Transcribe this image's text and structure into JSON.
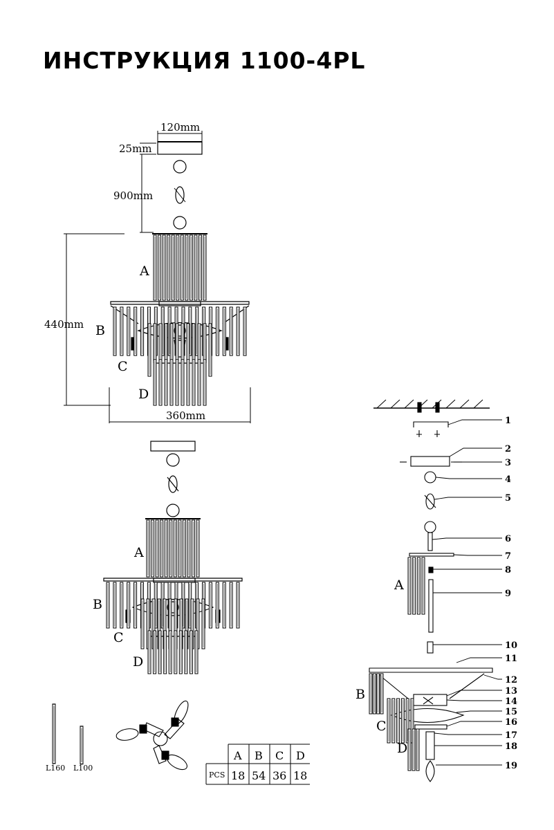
{
  "title": "ИНСТРУКЦИЯ 1100-4PL",
  "dimensions": {
    "canopy_width": "120mm",
    "canopy_height": "25mm",
    "chain_length": "900mm",
    "total_height": "440mm",
    "total_width": "360mm"
  },
  "section_labels": [
    "A",
    "B",
    "C",
    "D"
  ],
  "callouts": [
    "1",
    "2",
    "3",
    "4",
    "5",
    "6",
    "7",
    "8",
    "9",
    "10",
    "11",
    "12",
    "13",
    "14",
    "15",
    "16",
    "17",
    "18",
    "19"
  ],
  "crystal_lengths": [
    "L160",
    "L100"
  ],
  "pcs_table": {
    "row_label": "PCS",
    "columns": [
      "A",
      "B",
      "C",
      "D"
    ],
    "values": [
      "18",
      "54",
      "36",
      "18"
    ]
  }
}
